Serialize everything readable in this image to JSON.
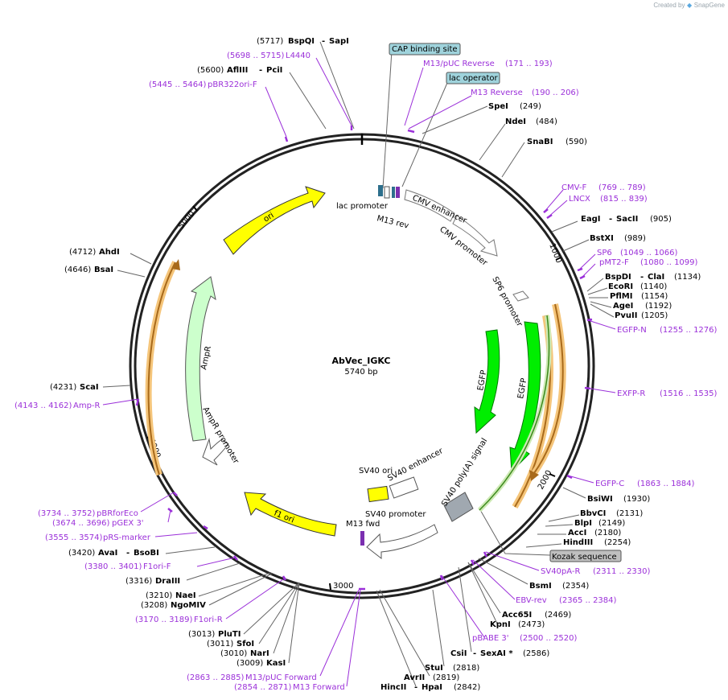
{
  "credit": {
    "created_by": "Created by",
    "brand": "SnapGene",
    "logo_icon": "snapgene-logo-icon"
  },
  "plasmid": {
    "name": "AbVec_IGKC",
    "size": "5740 bp"
  },
  "scale_ticks": [
    "1000",
    "2000",
    "3000",
    "4000",
    "5000"
  ],
  "sites": {
    "bspqi": {
      "name": "BspQI",
      "pos": "(5717)",
      "name2": "SapI"
    },
    "afliii": {
      "name": "AflIII",
      "pos": "(5600)",
      "name2": "PciI"
    },
    "ahdi": {
      "name": "AhdI",
      "pos": "(4712)"
    },
    "bsai": {
      "name": "BsaI",
      "pos": "(4646)"
    },
    "scai": {
      "name": "ScaI",
      "pos": "(4231)"
    },
    "avai": {
      "name": "AvaI",
      "pos": "(3420)",
      "name2": "BsoBI"
    },
    "draiii": {
      "name": "DraIII",
      "pos": "(3316)"
    },
    "naei": {
      "name": "NaeI",
      "pos": "(3210)"
    },
    "ngomiv": {
      "name": "NgoMIV",
      "pos": "(3208)"
    },
    "pluti": {
      "name": "PluTI",
      "pos": "(3013)"
    },
    "sfoi": {
      "name": "SfoI",
      "pos": "(3011)"
    },
    "nari": {
      "name": "NarI",
      "pos": "(3010)"
    },
    "kasi": {
      "name": "KasI",
      "pos": "(3009)"
    },
    "spei": {
      "name": "SpeI",
      "pos": "(249)"
    },
    "ndei": {
      "name": "NdeI",
      "pos": "(484)"
    },
    "snabi": {
      "name": "SnaBI",
      "pos": "(590)"
    },
    "eagi": {
      "name": "EagI",
      "pos": "(905)",
      "name2": "SacII"
    },
    "bstxi": {
      "name": "BstXI",
      "pos": "(989)"
    },
    "bspdi": {
      "name": "BspDI",
      "pos": "(1134)",
      "name2": "ClaI"
    },
    "ecori": {
      "name": "EcoRI",
      "pos": "(1140)"
    },
    "pflmi": {
      "name": "PflMI",
      "pos": "(1154)"
    },
    "agei": {
      "name": "AgeI",
      "pos": "(1192)"
    },
    "pvuii": {
      "name": "PvuII",
      "pos": "(1205)"
    },
    "bsiwi": {
      "name": "BsiWI",
      "pos": "(1930)"
    },
    "bbvci": {
      "name": "BbvCI",
      "pos": "(2131)"
    },
    "blpi": {
      "name": "BlpI",
      "pos": "(2149)"
    },
    "acci": {
      "name": "AccI",
      "pos": "(2180)"
    },
    "hindiii": {
      "name": "HindIII",
      "pos": "(2254)"
    },
    "bsmi": {
      "name": "BsmI",
      "pos": "(2354)"
    },
    "acc65i": {
      "name": "Acc65I",
      "pos": "(2469)"
    },
    "kpni": {
      "name": "KpnI",
      "pos": "(2473)"
    },
    "csii": {
      "name": "CsiI",
      "pos": "(2586)",
      "name2": "SexAI *"
    },
    "stui": {
      "name": "StuI",
      "pos": "(2818)"
    },
    "avrii": {
      "name": "AvrII",
      "pos": "(2819)"
    },
    "hincii": {
      "name": "HincII",
      "pos": "(2842)",
      "name2": "HpaI"
    }
  },
  "primers": {
    "l4440": {
      "range": "(5698 .. 5715)",
      "name": "L4440"
    },
    "pbr322": {
      "range": "(5445 .. 5464)",
      "name": "pBR322ori-F"
    },
    "ampr": {
      "range": "(4143 .. 4162)",
      "name": "Amp-R"
    },
    "pbrforeco": {
      "range": "(3734 .. 3752)",
      "name": "pBRforEco"
    },
    "pgex": {
      "range": "(3674 .. 3696)",
      "name": "pGEX 3'"
    },
    "prs": {
      "range": "(3555 .. 3574)",
      "name": "pRS-marker"
    },
    "f1orif": {
      "range": "(3380 .. 3401)",
      "name": "F1ori-F"
    },
    "f1orir": {
      "range": "(3170 .. 3189)",
      "name": "F1ori-R"
    },
    "m13puc_fwd": {
      "range": "(2863 .. 2885)",
      "name": "M13/pUC Forward"
    },
    "m13_fwd": {
      "range": "(2854 .. 2871)",
      "name": "M13 Forward"
    },
    "m13puc_rev": {
      "name": "M13/pUC Reverse",
      "range": "(171 .. 193)"
    },
    "m13_rev": {
      "name": "M13 Reverse",
      "range": "(190 .. 206)"
    },
    "cmvf": {
      "name": "CMV-F",
      "range": "(769 .. 789)"
    },
    "lncx": {
      "name": "LNCX",
      "range": "(815 .. 839)"
    },
    "sp6": {
      "name": "SP6",
      "range": "(1049 .. 1066)"
    },
    "pmt2f": {
      "name": "pMT2-F",
      "range": "(1080 .. 1099)"
    },
    "egfpn": {
      "name": "EGFP-N",
      "range": "(1255 .. 1276)"
    },
    "exfpr": {
      "name": "EXFP-R",
      "range": "(1516 .. 1535)"
    },
    "egfpc": {
      "name": "EGFP-C",
      "range": "(1863 .. 1884)"
    },
    "sv40par": {
      "name": "SV40pA-R",
      "range": "(2311 .. 2330)"
    },
    "egfprev": {
      "name": "EBV-rev",
      "range": "(2365 .. 2384)"
    },
    "pbabe": {
      "name": "pBABE 3'",
      "range": "(2500 .. 2520)"
    }
  },
  "features": {
    "cap_box": "CAP binding site",
    "lac_box": "lac operator",
    "kozak_box": "Kozak sequence",
    "lac_promoter": "lac promoter",
    "m13_rev": "M13 rev",
    "cmv_enhancer": "CMV enhancer",
    "cmv_promoter": "CMV promoter",
    "sp6_promoter": "SP6 promoter",
    "egfp_a": "EGFP",
    "egfp_b": "EGFP",
    "sv40_polya": "SV40 poly(A) signal",
    "sv40_ori": "SV40 ori",
    "sv40_enhancer": "SV40 enhancer",
    "sv40_promoter": "SV40 promoter",
    "m13_fwd": "M13 fwd",
    "f1_ori": "f1 ori",
    "ampr_promoter": "AmpR promoter",
    "ampr": "AmpR",
    "ori": "ori"
  },
  "colors": {
    "primer": "#9b30d9",
    "ori": "#ffff00",
    "egfp": "#00ee00",
    "ampr": "#ccffcc",
    "orange_outline": "#f5c57a",
    "cap_box": "#9fd3dc",
    "kozak_box": "#bfbfbf",
    "polya": "#a0a8b0"
  }
}
